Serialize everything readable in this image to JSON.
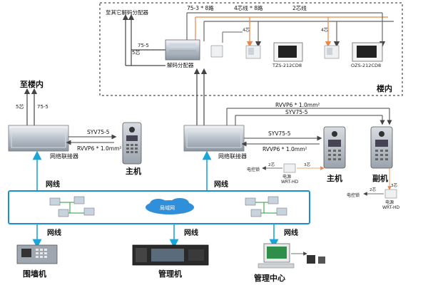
{
  "labels": {
    "to_building": "至楼内",
    "five_core": "5芯",
    "cable_75_5": "75-5",
    "to_other_decoder": "至其它解码分配器",
    "cable_75_3x8": "75-3 * 8路",
    "four_core_8": "4芯线 * 8路",
    "two_core": "2芯线",
    "four_core": "4芯",
    "two_core_short": "2芯",
    "five_core_2": "5芯",
    "decoder": "解码分配器",
    "unit_indoor_1": "TZS-212CD8",
    "unit_indoor_2": "OZS-212CD8",
    "building_inside": "楼内",
    "rvvp": "RVVP6 * 1.0mm²",
    "syv": "SYV75-5",
    "network_connector_left": "网络联接器",
    "network_connector_mid": "网络联接器",
    "host_left": "主机",
    "host_right": "主机",
    "sub_host": "副机",
    "net_line_1": "网线",
    "net_line_2": "网线",
    "net_line_3": "网线",
    "net_line_4": "网线",
    "net_line_5": "网线",
    "lan": "局域网",
    "wall_unit": "围墙机",
    "management_unit": "管理机",
    "management_center": "管理中心",
    "electric_lock_1": "电控锁",
    "electric_lock_2": "电控锁",
    "power_1": "电源",
    "power_2": "电源",
    "power_model": "WRT-HD",
    "three_core": "3芯",
    "two_core_lock": "2芯"
  },
  "colors": {
    "frame_blue": "#1a8fd6",
    "wire_orange": "#e8874a",
    "wire_gray": "#666666",
    "arrow_cyan": "#1aa6d8"
  }
}
